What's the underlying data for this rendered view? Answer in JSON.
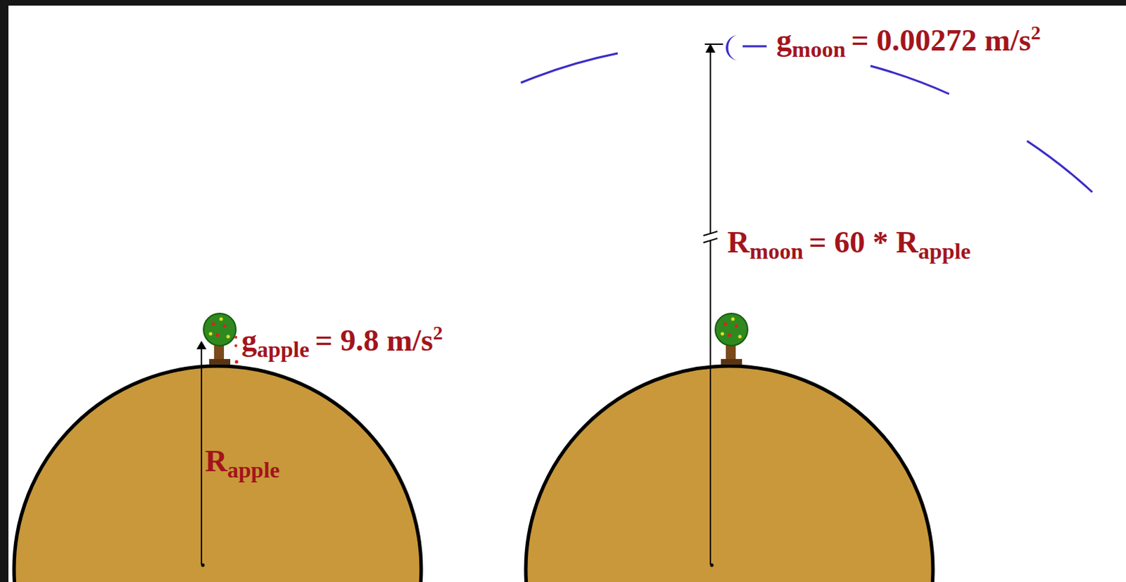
{
  "diagram": {
    "labels": [
      "g",
      "apple",
      "= 9.8 m/s",
      "2",
      "R",
      "apple",
      "g",
      "moon",
      "= 0.00272 m/s",
      "2",
      "R",
      "moon",
      "= 60 * R",
      "apple"
    ]
  }
}
